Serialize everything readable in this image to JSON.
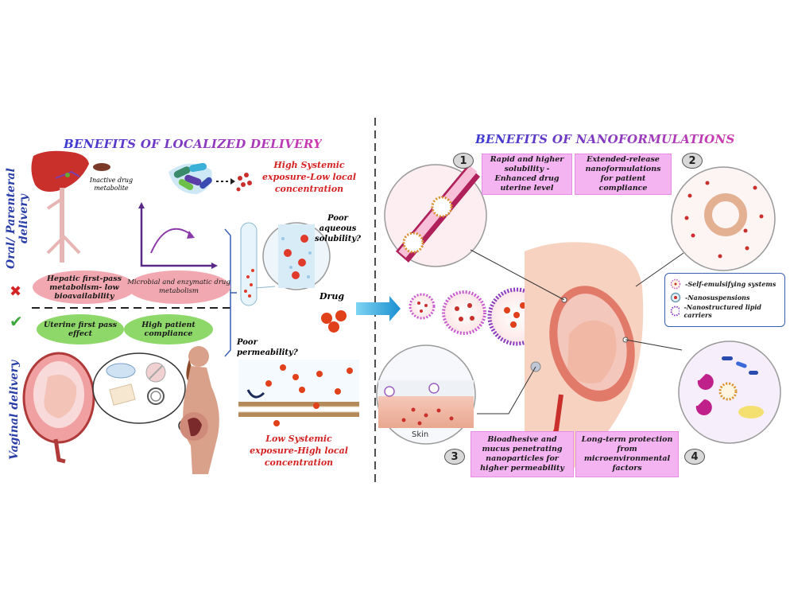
{
  "left": {
    "title": "BENEFITS OF LOCALIZED DELIVERY",
    "oral_label": "Oral/ Parenteral delivery",
    "vaginal_label": "Vaginal delivery",
    "inactive_metabolite": "Inactive drug metabolite",
    "high_systemic": "High Systemic exposure-Low local concentration",
    "hepatic": "Hepatic first-pass metabolism- low bioavailability",
    "microbial": "Microbial and enzymatic drug metabolism",
    "uterine_first_pass": "Uterine first pass effect",
    "high_compliance": "High patient compliance",
    "poor_solubility": "Poor aqueous solubility?",
    "drug": "Drug",
    "poor_permeability": "Poor permeability?",
    "low_systemic": "Low Systemic exposure-High local concentration",
    "cross_mark": "✖",
    "check_mark": "✔"
  },
  "right": {
    "title": "BENEFITS OF NANOFORMULATIONS",
    "callout1": "Rapid and higher solubility - Enhanced drug uterine level",
    "callout2": "Extended-release nanoformulations for patient compliance",
    "callout3": "Bioadhesive and mucus penetrating nanoparticles for higher permeability",
    "callout4": "Long-term protection from microenvironmental factors",
    "num1": "1",
    "num2": "2",
    "num3": "3",
    "num4": "4",
    "skin": "Skin",
    "legend": [
      {
        "label": "-Self-emulsifying systems"
      },
      {
        "label": "-Nanosuspensions"
      },
      {
        "label": "-Nanostructured lipid carriers"
      }
    ]
  },
  "colors": {
    "red": "#d42323",
    "blue": "#2a3ea8",
    "pink_pill": "#f2a8b0",
    "green_pill": "#8ed86a",
    "callout": "#f4b4f2"
  }
}
